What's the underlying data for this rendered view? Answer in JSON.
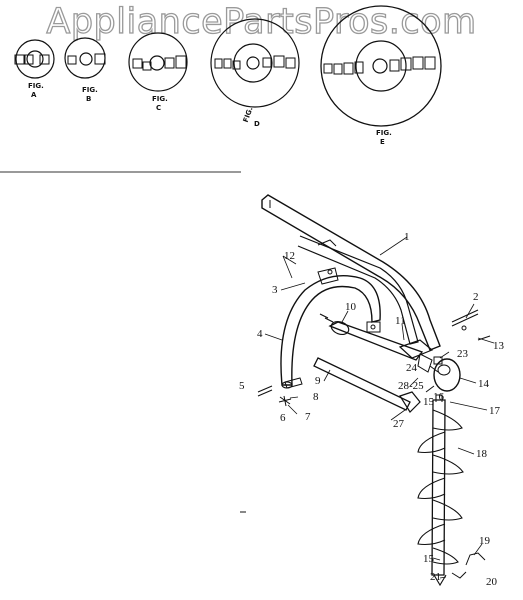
{
  "watermark": "AppliancePartsPros.com",
  "figures": [
    {
      "word": "FIG.",
      "letter": "A"
    },
    {
      "word": "FIG.",
      "letter": "B"
    },
    {
      "word": "FIG.",
      "letter": "C"
    },
    {
      "word": "FIG.",
      "letter": "D"
    },
    {
      "word": "FIG.",
      "letter": "E"
    }
  ],
  "callouts": {
    "c1": "1",
    "c2": "2",
    "c3": "3",
    "c4": "4",
    "c5": "5",
    "c6": "6",
    "c7": "7",
    "c8": "8",
    "c9": "9",
    "c10": "10",
    "c11": "11",
    "c12": "12",
    "c13": "13",
    "c14": "14",
    "c15": "15",
    "c15b": "15",
    "c16": "16",
    "c17": "17",
    "c18": "18",
    "c19": "19",
    "c20": "20",
    "c21": "21",
    "c23": "23",
    "c24": "24",
    "c27": "27",
    "c2825": "28-25"
  }
}
